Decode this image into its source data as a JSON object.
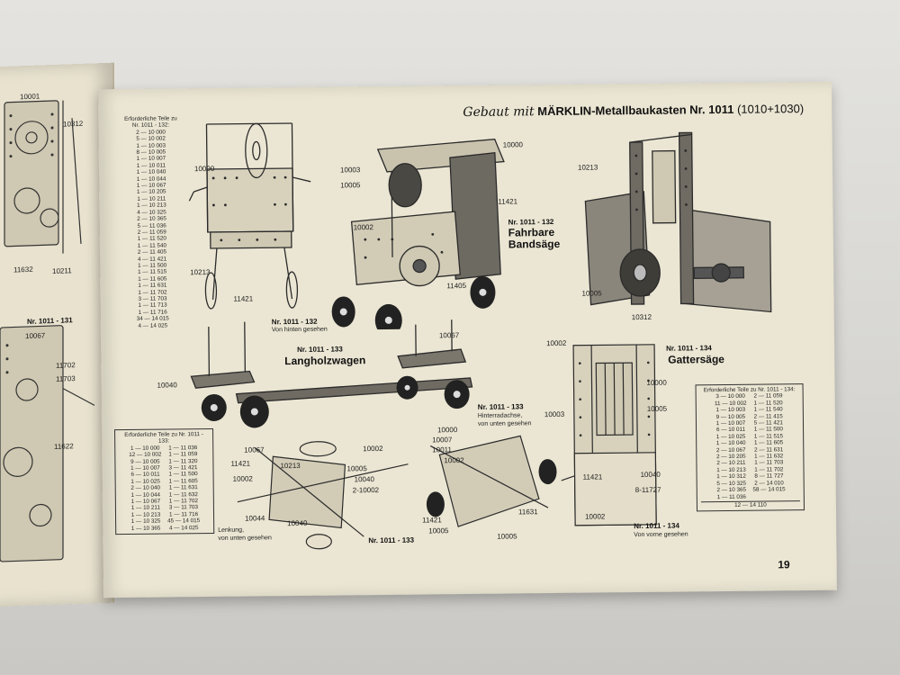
{
  "header": {
    "prefix": "Gebaut mit",
    "brand": "MÄRKLIN",
    "suffix": "-Metallbaukasten Nr.",
    "kit_number": "1011",
    "kit_range": "(1010+1030)"
  },
  "page_number": "19",
  "parts_132": {
    "heading": "Erforderliche Teile zu Nr. 1011 - 132:",
    "rows": [
      "2 — 10 000",
      "5 — 10 002",
      "1 — 10 003",
      "8 — 10 005",
      "1 — 10 007",
      "1 — 10 011",
      "1 — 10 040",
      "1 — 10 044",
      "1 — 10 067",
      "1 — 10 205",
      "1 — 10 211",
      "1 — 10 213",
      "4 — 10 325",
      "2 — 10 365",
      "5 — 11 036",
      "2 — 11 059",
      "1 — 11 520",
      "1 — 11 540",
      "2 — 11 405",
      "4 — 11 421",
      "1 — 11 500",
      "1 — 11 515",
      "1 — 11 605",
      "1 — 11 631",
      "1 — 11 702",
      "3 — 11 703",
      "1 — 11 713",
      "1 — 11 716",
      "34 — 14 015",
      "4 — 14 025"
    ]
  },
  "parts_133": {
    "heading": "Erforderliche Teile zu Nr. 1011 - 133:",
    "col1": [
      "1 — 10 000",
      "12 — 10 002",
      "9 — 10 005",
      "1 — 10 007",
      "6 — 10 011",
      "1 — 10 025",
      "2 — 10 040",
      "1 — 10 044",
      "1 — 10 067",
      "1 — 10 211",
      "1 — 10 213",
      "1 — 10 325",
      "1 — 10 365"
    ],
    "col2": [
      "1 — 11 036",
      "1 — 11 059",
      "1 — 11 320",
      "3 — 11 421",
      "1 — 11 500",
      "1 — 11 605",
      "1 — 11 631",
      "1 — 11 632",
      "1 — 11 702",
      "3 — 11 703",
      "1 — 11 716",
      "45 — 14 015",
      "4 — 14 025"
    ]
  },
  "parts_134": {
    "heading": "Erforderliche Teile zu Nr. 1011 - 134:",
    "col1": [
      "3 — 10 000",
      "11 — 10 002",
      "1 — 10 003",
      "9 — 10 005",
      "1 — 10 007",
      "6 — 10 011",
      "1 — 10 025",
      "1 — 10 040",
      "2 — 10 067",
      "2 — 10 205",
      "2 — 10 211",
      "1 — 10 213",
      "1 — 10 312",
      "5 — 10 325",
      "2 — 10 365",
      "1 — 11 036"
    ],
    "col2": [
      "2 — 11 059",
      "1 — 11 520",
      "1 — 11 540",
      "2 — 11 415",
      "5 — 11 421",
      "1 — 11 500",
      "1 — 11 515",
      "1 — 11 605",
      "2 — 11 631",
      "1 — 11 632",
      "1 — 11 703",
      "1 — 11 702",
      "8 — 11 727",
      "2 — 14 010",
      "58 — 14 015"
    ],
    "footer": "12 — 14 110"
  },
  "titles": {
    "bandsaege_nr": "Nr. 1011 - 132",
    "bandsaege_name_1": "Fahrbare",
    "bandsaege_name_2": "Bandsäge",
    "von_hinten_nr": "Nr. 1011 - 132",
    "von_hinten": "Von hinten gesehen",
    "langholz_nr": "Nr. 1011 - 133",
    "langholz_name": "Langholzwagen",
    "gatter_nr": "Nr. 1011 - 134",
    "gatter_name": "Gattersäge",
    "hinterrad_nr": "Nr. 1011 - 133",
    "hinterrad_1": "Hinterradachse,",
    "hinterrad_2": "von unten gesehen",
    "lenkung_1": "Lenkung,",
    "lenkung_2": "von unten gesehen",
    "lenkung_nr": "Nr. 1011 - 133",
    "vorne_nr": "Nr. 1011 - 134",
    "vorne": "Von vorne gesehen",
    "left_nr": "Nr. 1011 - 131"
  },
  "part_labels": {
    "p10000a": "10000",
    "p10003": "10003",
    "p10005a": "10005",
    "p11421a": "11421",
    "p10002a": "10002",
    "p11405": "11405",
    "p10000b": "10000",
    "p10213a": "10213",
    "p11421b": "11421",
    "p10213b": "10213",
    "p10005b": "10005",
    "p10312a": "10312",
    "p10067a": "10067",
    "p10040a": "10040",
    "p10002b": "10002",
    "p10003b": "10003",
    "p10000c": "10000",
    "p10005c": "10005",
    "p10040b": "10040",
    "p11421c": "11421",
    "p11727": "8-11727",
    "p10002c": "10002",
    "p10067b": "10067",
    "p11421d": "11421",
    "p10213c": "10213",
    "p10002d": "10002",
    "p10044": "10044",
    "p10040c": "10040",
    "p10002e": "10002",
    "p10005d": "10005",
    "p10040d": "10040",
    "p2_10002": "2-10002",
    "p10000d": "10000",
    "p10007": "10007",
    "p10011": "10011",
    "p10002f": "10002",
    "p10005e": "10005",
    "p11631": "11631",
    "p11421e": "11421",
    "p10005f": "10005",
    "l10001": "10001",
    "l10312": "10312",
    "l11632a": "11632",
    "l10211": "10211",
    "l10067": "10067",
    "l11702": "11702",
    "l11703": "11703",
    "l11622": "11622"
  }
}
